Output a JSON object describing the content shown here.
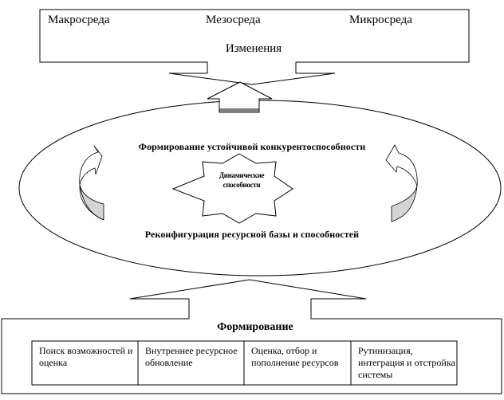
{
  "environment": {
    "levels": [
      "Макросреда",
      "Мезосреда",
      "Микросреда"
    ],
    "changes_label": "Изменения"
  },
  "core": {
    "sustainable_competitiveness": "Формирование устойчивой конкурентоспособности",
    "dynamic_capabilities": [
      "Динамические",
      "способности"
    ],
    "reconfiguration": "Реконфигурация ресурсной базы и способностей"
  },
  "formation": {
    "title": "Формирование",
    "stages": [
      "Поиск возможностей и оценка",
      "Внутреннее ресурсное обновление",
      "Оценка,  отбор и пополнение ресурсов",
      "Рутинизация, интеграция и отстройка системы"
    ]
  },
  "colors": {
    "line": "#000000",
    "arrow_shade": "#d4d4d4",
    "background": "#ffffff"
  }
}
